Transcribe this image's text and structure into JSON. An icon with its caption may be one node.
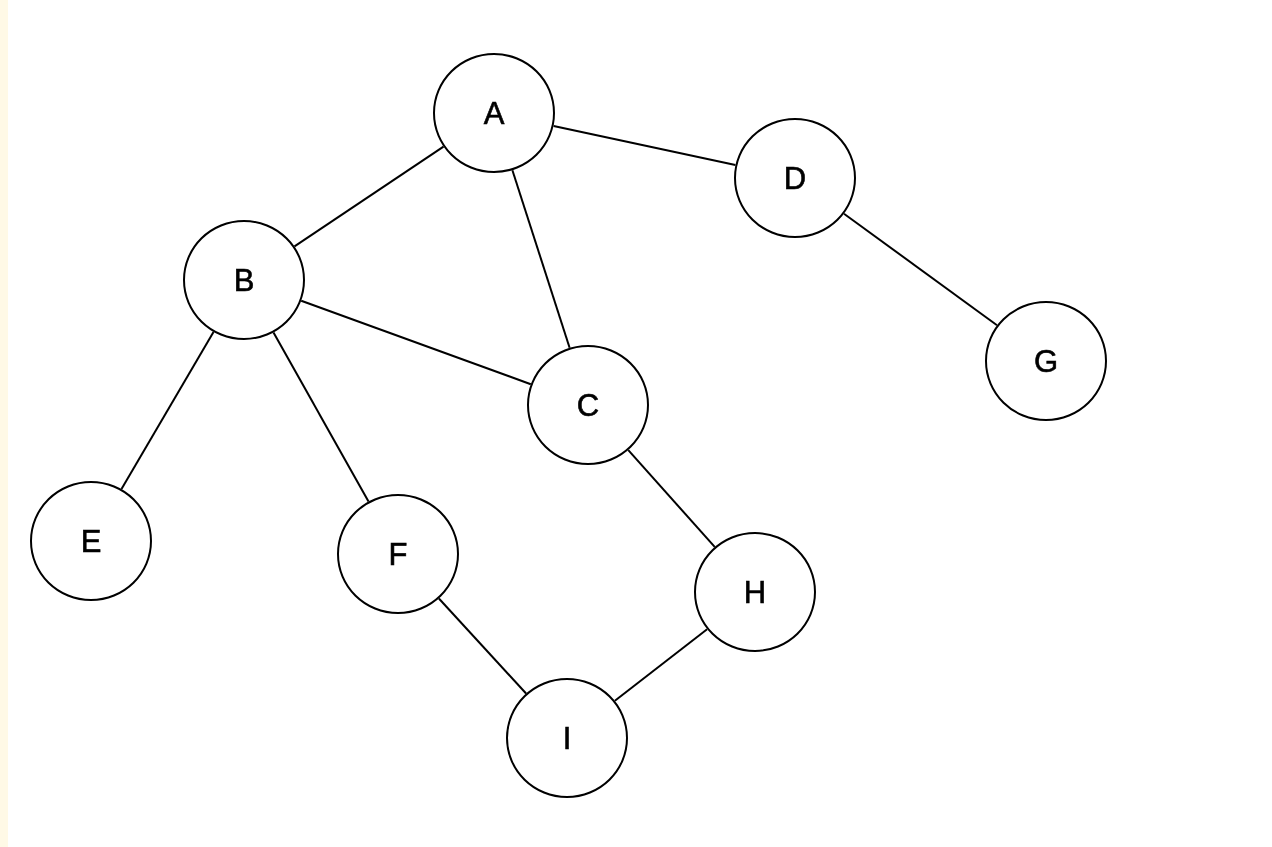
{
  "diagram": {
    "nodes": [
      {
        "text": [
          "A"
        ]
      },
      {
        "text": [
          "D"
        ]
      },
      {
        "text": [
          "B"
        ]
      },
      {
        "text": [
          "G"
        ]
      },
      {
        "text": [
          "C"
        ]
      },
      {
        "text": [
          "E"
        ]
      },
      {
        "text": [
          "F"
        ]
      },
      {
        "text": [
          "H"
        ]
      },
      {
        "text": [
          "I"
        ]
      }
    ],
    "edges": [
      {
        "from": 0,
        "to": 1,
        "arrow": "none"
      },
      {
        "from": 0,
        "to": 2,
        "arrow": "none"
      },
      {
        "from": 0,
        "to": 4,
        "arrow": "none"
      },
      {
        "from": 1,
        "to": 3,
        "arrow": "none"
      },
      {
        "from": 2,
        "to": 4,
        "arrow": "none"
      },
      {
        "from": 2,
        "to": 5,
        "arrow": "none"
      },
      {
        "from": 2,
        "to": 6,
        "arrow": "none"
      },
      {
        "from": 4,
        "to": 7,
        "arrow": "none"
      },
      {
        "from": 6,
        "to": 8,
        "arrow": "none"
      },
      {
        "from": 7,
        "to": 8,
        "arrow": "none"
      }
    ]
  }
}
